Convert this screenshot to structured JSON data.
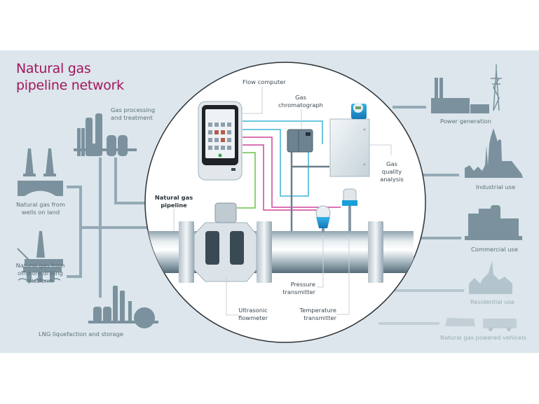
{
  "title": {
    "line1": "Natural gas",
    "line2": "pipeline network"
  },
  "colors": {
    "title": "#a3165e",
    "background_panel": "#dce6ec",
    "icon": "#7b929e",
    "icon_light": "#b4c4cc",
    "signal_blue": "#3fb3d6",
    "signal_magenta": "#d1449a",
    "signal_green": "#6cc04a",
    "device_blue": "#1a9fd9"
  },
  "sources": [
    {
      "name": "gas-processing",
      "icon": "refinery-icon",
      "label1": "Gas processing",
      "label2": "and treatment"
    },
    {
      "name": "land-wells",
      "icon": "oil-derrick-icon",
      "label1": "Natural gas from",
      "label2": "wells on land"
    },
    {
      "name": "offshore",
      "icon": "offshore-platform-icon",
      "label1": "Natural gas from",
      "label2": "offshore drilling",
      "label3": "platform"
    },
    {
      "name": "lng",
      "icon": "lng-plant-icon",
      "label1": "LNG liquefaction and storage"
    }
  ],
  "consumers": [
    {
      "name": "power",
      "icon": "power-plant-icon",
      "label": "Power generation"
    },
    {
      "name": "industrial",
      "icon": "factory-icon",
      "label": "Industrial use"
    },
    {
      "name": "commercial",
      "icon": "office-buildings-icon",
      "label": "Commercial use"
    },
    {
      "name": "residential",
      "icon": "houses-icon",
      "label": "Residential use"
    },
    {
      "name": "vehicles",
      "icon": "bus-station-icon",
      "label": "Natural gas powered vehicels"
    }
  ],
  "detail": {
    "flow_computer": "Flow computer",
    "gas_chromatograph": {
      "line1": "Gas",
      "line2": "chromatograph"
    },
    "gas_quality": {
      "line1": "Gas",
      "line2": "quality",
      "line3": "analysis"
    },
    "pipeline": {
      "line1": "Natural gas",
      "line2": "pipeline"
    },
    "ultrasonic": {
      "line1": "Ultrasonic",
      "line2": "flowmeter"
    },
    "pressure": {
      "line1": "Pressure",
      "line2": "transmitter"
    },
    "temperature": {
      "line1": "Temperature",
      "line2": "transmitter"
    }
  }
}
